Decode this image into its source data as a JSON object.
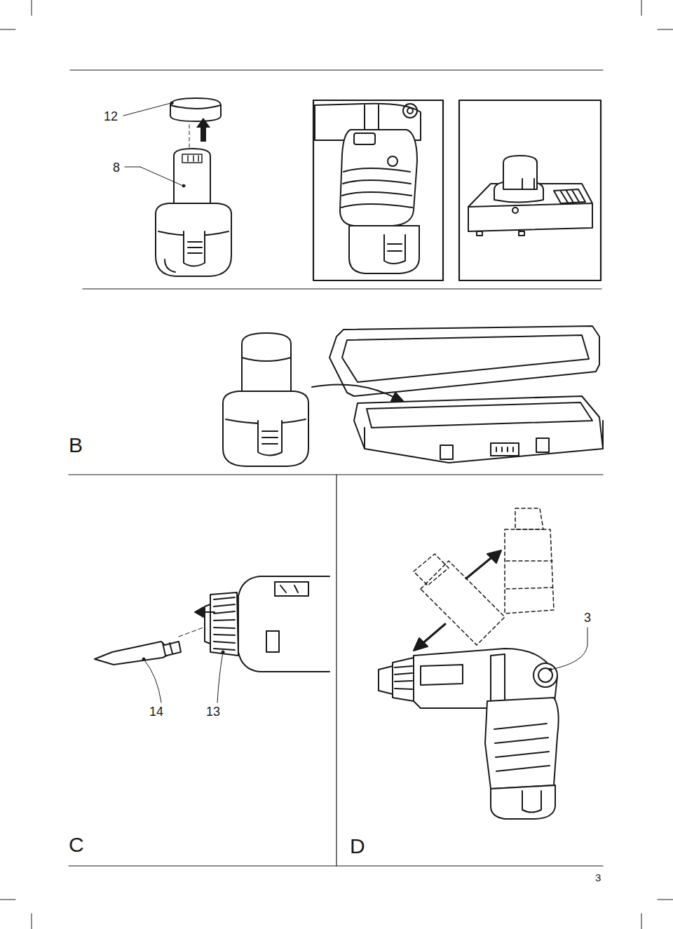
{
  "diagram": {
    "labels": [
      "12",
      "8",
      "B",
      "14",
      "13",
      "3",
      "C",
      "D",
      "3"
    ]
  }
}
